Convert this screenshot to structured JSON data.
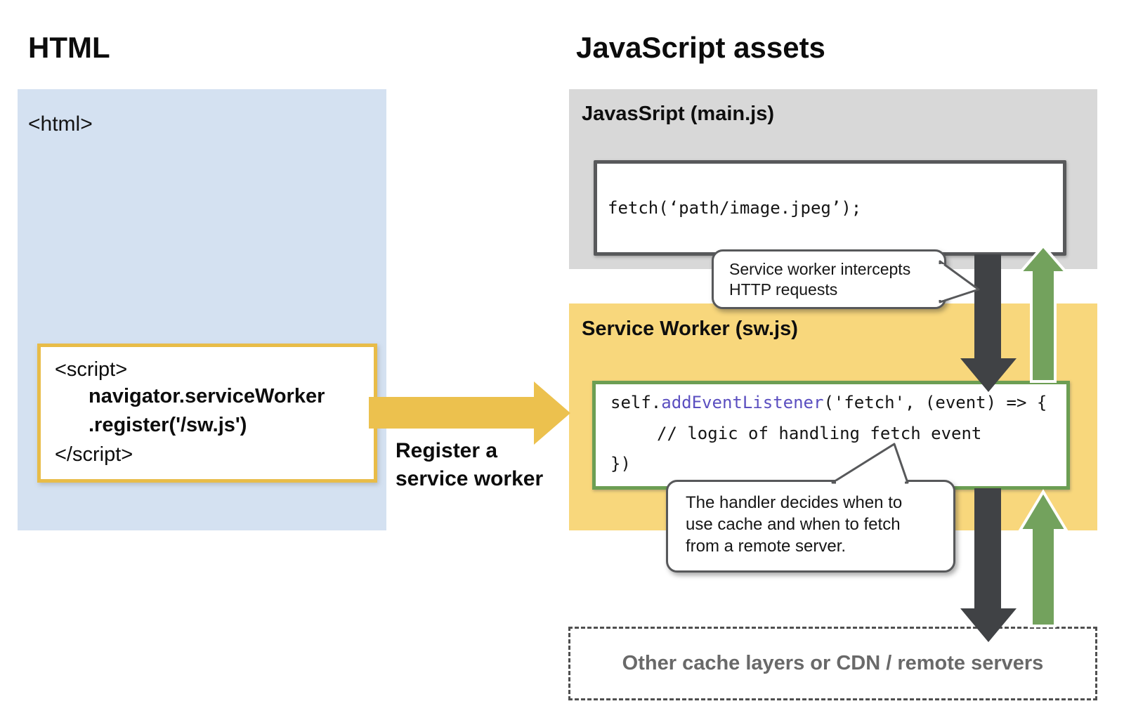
{
  "headings": {
    "left": "HTML",
    "right": "JavaScript assets"
  },
  "html_panel": {
    "tag_label": "<html>",
    "script_code": {
      "line1": "<script>",
      "line2": "navigator.serviceWorker",
      "line3": ".register('/sw.js')",
      "line4": "</script>"
    }
  },
  "register_arrow": {
    "label_line1": "Register a",
    "label_line2": "service worker"
  },
  "mainjs_panel": {
    "header": "JavasSript (main.js)",
    "code": "fetch(‘path/image.jpeg’);"
  },
  "sw_panel": {
    "header": "Service Worker (sw.js)",
    "code": {
      "line1_pre": "self.",
      "line1_keyword": "addEventListener",
      "line1_post": "('fetch', (event) => {",
      "line2": "// logic of handling fetch event",
      "line3": "})"
    }
  },
  "callouts": {
    "intercept": {
      "line1": "Service worker intercepts",
      "line2": "HTTP requests"
    },
    "handler": {
      "line1": "The handler decides when to",
      "line2": "use cache and when to fetch",
      "line3": "from a remote server."
    }
  },
  "remote_box": {
    "label": "Other cache layers or CDN / remote servers"
  },
  "colors": {
    "html_panel_bg": "#d4e1f1",
    "mainjs_panel_bg": "#d8d8d8",
    "sw_panel_bg": "#f8d77c",
    "register_arrow": "#ecc14e",
    "script_box_border": "#e8bc48",
    "sw_code_border": "#6c9e53",
    "fetch_box_border": "#58595b",
    "request_arrow": "#404245",
    "response_arrow": "#73a25d",
    "keyword_text": "#5b4fc0",
    "remote_label_text": "#696969"
  }
}
